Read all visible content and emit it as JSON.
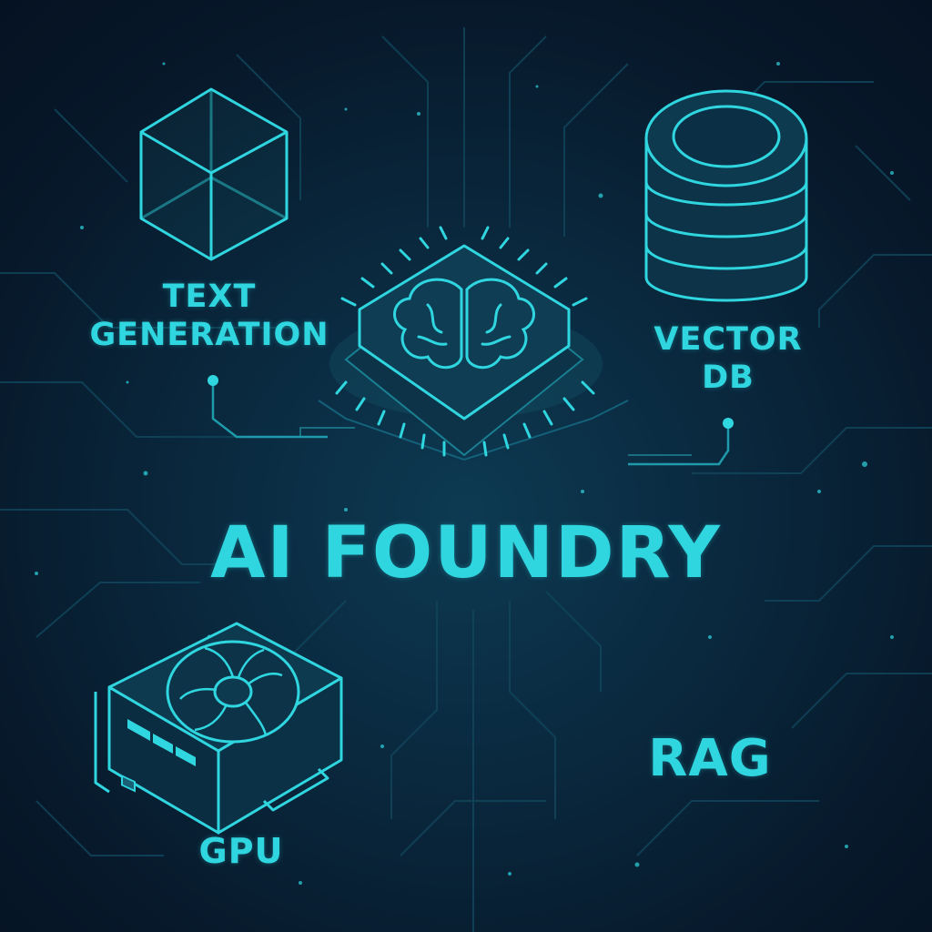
{
  "title": "AI FOUNDRY",
  "nodes": {
    "text_generation": {
      "line1": "TEXT",
      "line2": "GENERATION",
      "icon": "cube-icon"
    },
    "vector_db": {
      "line1": "VECTOR",
      "line2": "DB",
      "icon": "database-icon"
    },
    "gpu": {
      "label": "GPU",
      "icon": "gpu-card-icon"
    },
    "rag": {
      "label": "RAG"
    }
  },
  "center_icon": "brain-chip-icon",
  "colors": {
    "accent": "#2fd6e0",
    "background": "#081a2c",
    "line": "#135a6e"
  }
}
